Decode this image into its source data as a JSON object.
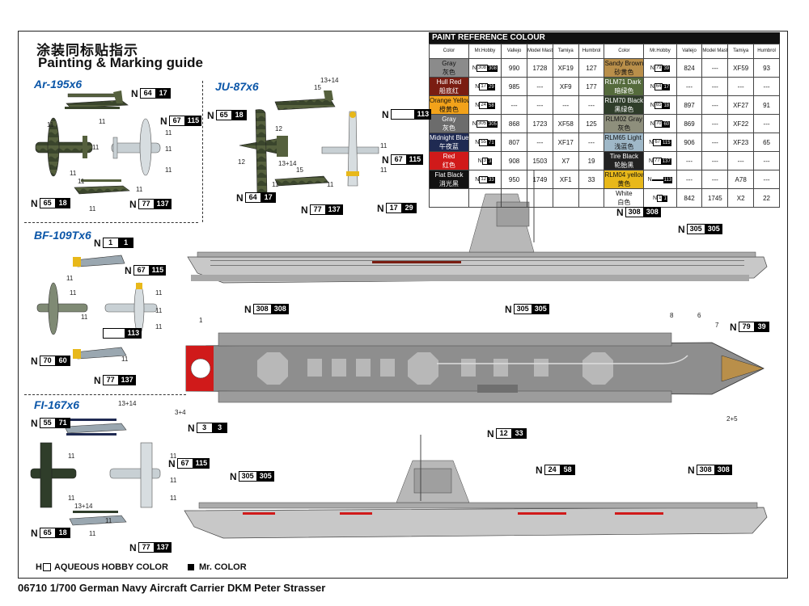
{
  "heading": {
    "cn": "涂装同标贴指示",
    "en": "Painting & Marking guide"
  },
  "sections": {
    "ar": "Ar-195x6",
    "ju": "JU-87x6",
    "bf": "BF-109Tx6",
    "fi": "FI-167x6"
  },
  "paint_table": {
    "title": "PAINT  REFERENCE COLOUR",
    "headers": [
      "Color",
      "Mr.Hobby",
      "Vallejo",
      "Model Master",
      "Tamiya",
      "Humbrol"
    ],
    "left": [
      {
        "name": "Gray",
        "cn": "灰色",
        "color": "#8b8b8b",
        "n": "308",
        "b": "308",
        "vallejo": "990",
        "mm": "1728",
        "tamiya": "XF19",
        "humbrol": "127"
      },
      {
        "name": "Hull Red",
        "cn": "船底红",
        "color": "#7a1d12",
        "n": "17",
        "b": "29",
        "vallejo": "985",
        "mm": "---",
        "tamiya": "XF9",
        "humbrol": "177"
      },
      {
        "name": "Orange Yellow",
        "cn": "橙黄色",
        "color": "#f2a21a",
        "n": "24",
        "b": "58",
        "vallejo": "---",
        "mm": "---",
        "tamiya": "---",
        "humbrol": "---"
      },
      {
        "name": "Gray",
        "cn": "灰色",
        "color": "#6c6c6c",
        "n": "305",
        "b": "305",
        "vallejo": "868",
        "mm": "1723",
        "tamiya": "XF58",
        "humbrol": "125"
      },
      {
        "name": "Midnight Blue",
        "cn": "午夜蓝",
        "color": "#1f2a52",
        "n": "55",
        "b": "71",
        "vallejo": "807",
        "mm": "---",
        "tamiya": "XF17",
        "humbrol": "---"
      },
      {
        "name": "Red",
        "cn": "红色",
        "color": "#d01a1a",
        "n": "3",
        "b": "3",
        "vallejo": "908",
        "mm": "1503",
        "tamiya": "X7",
        "humbrol": "19"
      },
      {
        "name": "Flat Black",
        "cn": "消光黑",
        "color": "#111111",
        "n": "12",
        "b": "33",
        "vallejo": "950",
        "mm": "1749",
        "tamiya": "XF1",
        "humbrol": "33"
      }
    ],
    "right": [
      {
        "name": "Sandy Brown",
        "cn": "砂黄色",
        "color": "#b98f4a",
        "n": "79",
        "b": "39",
        "vallejo": "824",
        "mm": "---",
        "tamiya": "XF59",
        "humbrol": "93"
      },
      {
        "name": "RLM71 Dark Green",
        "cn": "暗绿色",
        "color": "#556b3c",
        "n": "64",
        "b": "17",
        "vallejo": "---",
        "mm": "---",
        "tamiya": "---",
        "humbrol": "---"
      },
      {
        "name": "RLM70 Black Green",
        "cn": "黑绿色",
        "color": "#2f3d2a",
        "n": "65",
        "b": "18",
        "vallejo": "897",
        "mm": "---",
        "tamiya": "XF27",
        "humbrol": "91"
      },
      {
        "name": "RLM02 Gray",
        "cn": "灰色",
        "color": "#8e8f7c",
        "n": "70",
        "b": "60",
        "vallejo": "869",
        "mm": "---",
        "tamiya": "XF22",
        "humbrol": "---"
      },
      {
        "name": "RLM65 Light blue",
        "cn": "浅蓝色",
        "color": "#9fb8c8",
        "n": "67",
        "b": "115",
        "vallejo": "906",
        "mm": "---",
        "tamiya": "XF23",
        "humbrol": "65"
      },
      {
        "name": "Tire Black",
        "cn": "轮胎黑",
        "color": "#222222",
        "n": "77",
        "b": "137",
        "vallejo": "---",
        "mm": "---",
        "tamiya": "---",
        "humbrol": "---"
      },
      {
        "name": "RLM04 yellow",
        "cn": "黄色",
        "color": "#e8b81a",
        "n": "",
        "b": "113",
        "vallejo": "---",
        "mm": "---",
        "tamiya": "A78",
        "humbrol": "---"
      },
      {
        "name": "White",
        "cn": "白色",
        "color": "#ffffff",
        "n": "1",
        "b": "1",
        "vallejo": "842",
        "mm": "1745",
        "tamiya": "X2",
        "humbrol": "22"
      }
    ]
  },
  "codes": {
    "ar_top": {
      "a": "64",
      "b": "17"
    },
    "ar_right": {
      "a": "67",
      "b": "115"
    },
    "ar_bl": {
      "a": "65",
      "b": "18"
    },
    "ar_br": {
      "a": "77",
      "b": "137"
    },
    "ju_left": {
      "a": "65",
      "b": "18"
    },
    "ju_right1": {
      "a": "",
      "b": "113"
    },
    "ju_right2": {
      "a": "67",
      "b": "115"
    },
    "ju_bot": {
      "a": "64",
      "b": "17"
    },
    "ju_bot2": {
      "a": "77",
      "b": "137"
    },
    "bf_top": {
      "a": "1",
      "b": "1"
    },
    "bf_r1": {
      "a": "67",
      "b": "115"
    },
    "bf_r2": {
      "a": "",
      "b": "113"
    },
    "bf_l": {
      "a": "70",
      "b": "60"
    },
    "bf_b": {
      "a": "77",
      "b": "137"
    },
    "fi_top": {
      "a": "55",
      "b": "71"
    },
    "fi_r": {
      "a": "67",
      "b": "115"
    },
    "fi_bl": {
      "a": "65",
      "b": "18"
    },
    "fi_br": {
      "a": "77",
      "b": "137"
    },
    "s1_a": {
      "a": "17",
      "b": "29"
    },
    "s1_b": {
      "a": "308",
      "b": "308"
    },
    "s1_c": {
      "a": "305",
      "b": "305"
    },
    "d_a": {
      "a": "308",
      "b": "308"
    },
    "d_b": {
      "a": "305",
      "b": "305"
    },
    "d_c": {
      "a": "79",
      "b": "39"
    },
    "d_d": {
      "a": "3",
      "b": "3"
    },
    "d_e": {
      "a": "12",
      "b": "33"
    },
    "s3_a": {
      "a": "305",
      "b": "305"
    },
    "s3_b": {
      "a": "24",
      "b": "58"
    },
    "s3_c": {
      "a": "308",
      "b": "308"
    }
  },
  "labels": {
    "n": "N",
    "ar": [
      "11",
      "11",
      "11",
      "11",
      "11",
      "11",
      "11",
      "11",
      "11",
      "11"
    ],
    "ju": [
      "13+14",
      "15",
      "12",
      "12",
      "13+14",
      "15",
      "11",
      "11",
      "11",
      "11"
    ],
    "bf": [
      "11",
      "11",
      "11",
      "11",
      "11",
      "11",
      "11"
    ],
    "fi": [
      "13+14",
      "11",
      "11",
      "11",
      "11",
      "13+14",
      "11",
      "11",
      "11"
    ],
    "deck": {
      "l1": "1",
      "l34": "3+4",
      "l8": "8",
      "l6": "6",
      "l7": "7",
      "l25": "2+5"
    }
  },
  "legend": {
    "h_sym": "H",
    "h_text": "AQUEOUS HOBBY COLOR",
    "mr_text": "Mr. COLOR"
  },
  "footer": "06710 1/700 German Navy Aircraft Carrier DKM Peter Strasser"
}
